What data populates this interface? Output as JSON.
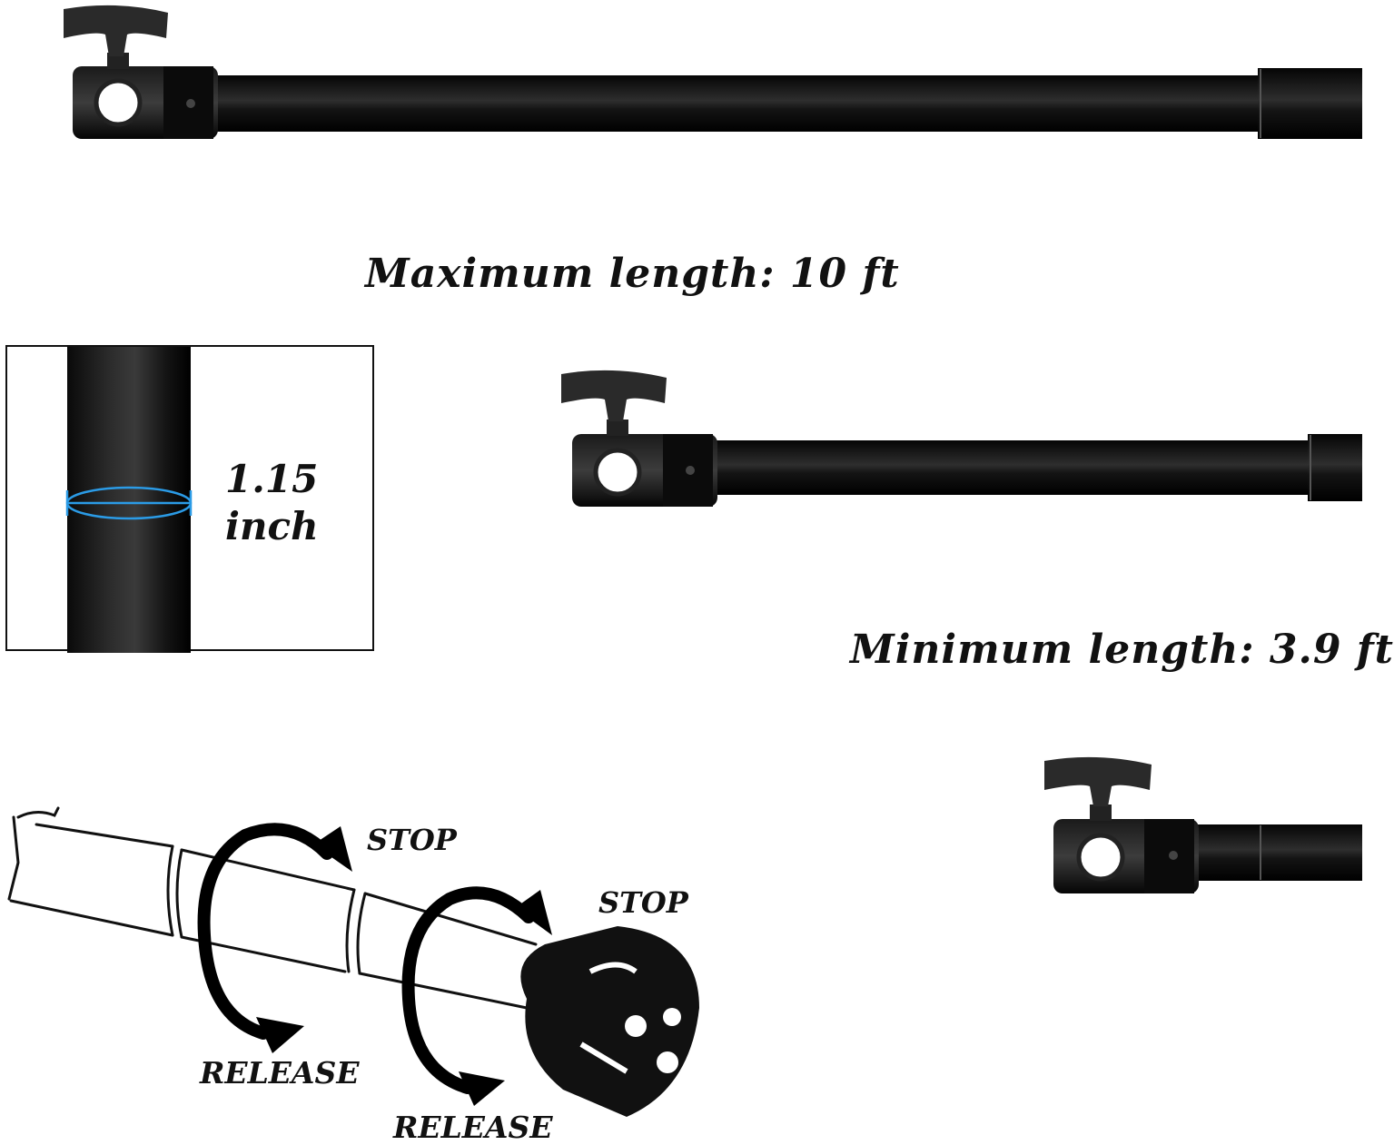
{
  "labels": {
    "max_length": "Maximum length: 10 ft",
    "min_length": "Minimum length: 3.9 ft",
    "diameter_value": "1.15",
    "diameter_unit": "inch",
    "stop_1": "STOP",
    "stop_2": "STOP",
    "release_1": "RELEASE",
    "release_2": "RELEASE"
  },
  "colors": {
    "pole": "#0c0c0c",
    "pole_highlight": "#3a3a3a",
    "measure_line": "#2b9be6",
    "text": "#111111"
  },
  "icons": [
    "knob-icon",
    "clamp-head-icon",
    "twist-arrow-icon"
  ]
}
